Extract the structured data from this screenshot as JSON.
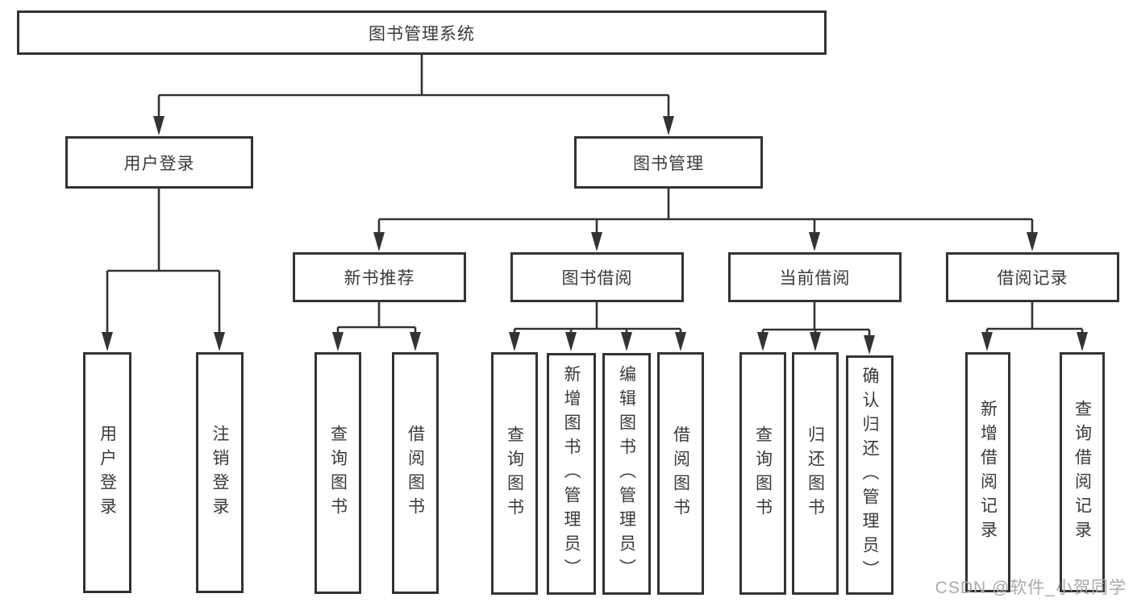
{
  "colors": {
    "line": "#333333",
    "border": "#333333",
    "text": "#3a3a3a",
    "canvas_bg": "#ffffff",
    "watermark": "#a9a9a9"
  },
  "watermark": "CSDN @软件_小贺同学",
  "tree": {
    "root": "图书管理系统",
    "level2": [
      "用户登录",
      "图书管理"
    ],
    "level3": [
      "新书推荐",
      "图书借阅",
      "当前借阅",
      "借阅记录"
    ],
    "leaves": {
      "login": [
        "用户登录",
        "注销登录"
      ],
      "recommend": [
        "查询图书",
        "借阅图书"
      ],
      "borrow": [
        "查询图书",
        "新增图书（管理员）",
        "编辑图书（管理员）",
        "借阅图书"
      ],
      "current": [
        "查询图书",
        "归还图书",
        "确认归还（管理员）"
      ],
      "records": [
        "新增借阅记录",
        "查询借阅记录"
      ]
    }
  }
}
